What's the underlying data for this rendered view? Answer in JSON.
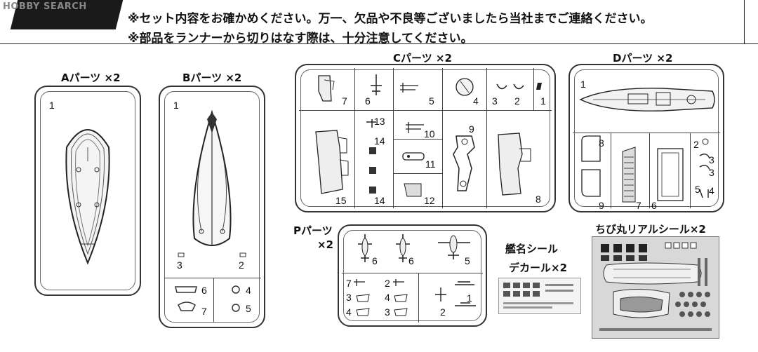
{
  "watermark": "HOBBY SEARCH",
  "notices": [
    "※セット内容をお確かめください。万一、欠品や不良等ございましたら当社までご連絡ください。",
    "※部品をランナーから切りはなす際は、十分注意してください。"
  ],
  "runners": {
    "a": {
      "title": "Aパーツ ×2",
      "labels": [
        "1"
      ]
    },
    "b": {
      "title": "Bパーツ ×2",
      "labels": [
        "1",
        "3",
        "2",
        "6",
        "7",
        "4",
        "5"
      ]
    },
    "c": {
      "title": "Cパーツ ×2",
      "labels": [
        "7",
        "6",
        "5",
        "4",
        "3",
        "2",
        "1",
        "13",
        "14",
        "10",
        "11",
        "9",
        "15",
        "14",
        "12",
        "8"
      ]
    },
    "d": {
      "title": "Dパーツ ×2",
      "labels": [
        "1",
        "8",
        "9",
        "7",
        "6",
        "2",
        "3",
        "3",
        "5",
        "4"
      ]
    },
    "p": {
      "title_line1": "Pパーツ",
      "title_line2": "×2",
      "labels": [
        "6",
        "6",
        "5",
        "7",
        "2",
        "3",
        "4",
        "4",
        "3",
        "1",
        "2"
      ]
    }
  },
  "decal": {
    "line1": "艦名シール",
    "line2": "デカール×2"
  },
  "chibi_seal": {
    "title": "ちび丸リアルシール×2"
  }
}
